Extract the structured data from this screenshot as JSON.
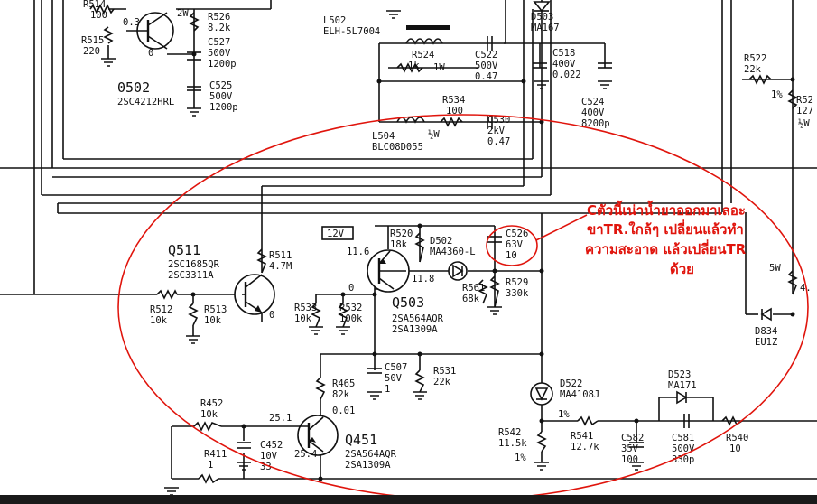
{
  "schematic": {
    "labels": {
      "R514": "R514",
      "100_top": "100",
      "0_3": "0.3",
      "2W": "2W",
      "R526": "R526",
      "8_2k": "8.2k",
      "C527": "C527",
      "500V_a": "500V",
      "1200p_a": "1200p",
      "C525": "C525",
      "500V_b": "500V",
      "1200p_b": "1200p",
      "R515": "R515",
      "220": "220",
      "0_a": "0",
      "Q502": "0502",
      "Q502_part": "2SC4212HRL",
      "L502": "L502",
      "L502_part": "ELH-5L7004",
      "D503": "D503",
      "MA167": "MA167",
      "R524": "R524",
      "1k": "1k",
      "1W": "1W",
      "C522": "C522",
      "500V_c": "500V",
      "0_47a": "0.47",
      "C518": "C518",
      "400V_a": "400V",
      "0_022": "0.022",
      "R522": "R522",
      "22k_top": "22k",
      "pct1": "1%",
      "R52x": "R52",
      "127": "127",
      "half2w": "½W",
      "C524": "C524",
      "400V_b": "400V",
      "8200p": "8200p",
      "R534": "R534",
      "100_b": "100",
      "halfw": "½W",
      "C530": "C530",
      "2kV": "2kV",
      "0_47b": "0.47",
      "L504": "L504",
      "L504_part": "BLC08D055",
      "Q511": "Q511",
      "Q511_p1": "2SC1685QR",
      "Q511_p2": "2SC3311A",
      "R511": "R511",
      "4_7M": "4.7M",
      "12V": "12V",
      "R520": "R520",
      "18k": "18k",
      "11_6": "11.6",
      "11_8": "11.8",
      "D502": "D502",
      "MA4360": "MA4360-L",
      "C526": "C526",
      "63V": "63V",
      "10_a": "10",
      "R561": "R561",
      "68k": "68k",
      "R529": "R529",
      "330k": "330k",
      "R512": "R512",
      "10k_a": "10k",
      "R513": "R513",
      "10k_b": "10k",
      "0_b": "0",
      "R533": "R533",
      "10k_c": "10k",
      "R532": "R532",
      "100k": "100k",
      "0_c": "0",
      "Q503": "Q503",
      "Q503_p1": "2SA564AQR",
      "Q503_p2": "2SA1309A",
      "5W": "5W",
      "4_": "4.",
      "D834": "D834",
      "EU1Z": "EU1Z",
      "R465": "R465",
      "82k": "82k",
      "0_01": "0.01",
      "C507": "C507",
      "50V": "50V",
      "1": "1",
      "R531": "R531",
      "22k_b": "22k",
      "D522": "D522",
      "MA4108J": "MA4108J",
      "D523": "D523",
      "MA171": "MA171",
      "R452": "R452",
      "10k_d": "10k",
      "25_1": "25.1",
      "25_4": "25.4",
      "R411": "R411",
      "1_b": "1",
      "C452": "C452",
      "10V": "10V",
      "33": "33",
      "Q451": "Q451",
      "Q451_p1": "2SA564AQR",
      "Q451_p2": "2SA1309A",
      "R542": "R542",
      "11_5k": "11.5k",
      "pct2": "1%",
      "R541": "R541",
      "12_7k": "12.7k",
      "pct3": "1%",
      "C582": "C582",
      "35V": "35V",
      "100_c": "100",
      "C581": "C581",
      "500V_d": "500V",
      "330p": "330p",
      "R540": "R540",
      "10_b": "10"
    },
    "annotation": {
      "line1": "Cตัวนี้เน่าน้ำยาออกมาเลอะ",
      "line2": "ขาTR.ใกล้ๆ เปลี่ยนแล้วทำ",
      "line3": "ความสะอาด แล้วเปลี่ยนTR",
      "line4": "ด้วย",
      "color": "#e0140c"
    }
  }
}
